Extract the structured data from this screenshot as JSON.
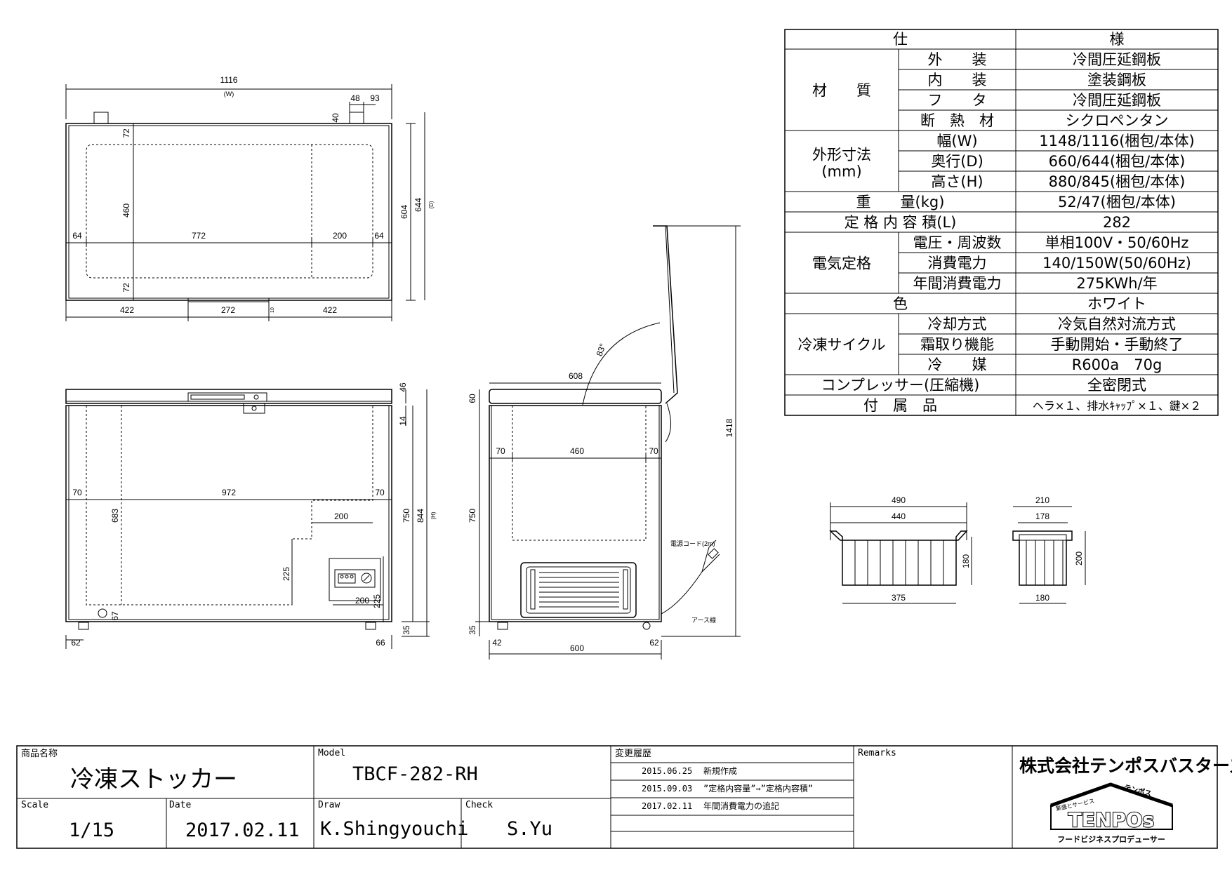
{
  "spec_table": {
    "header": [
      "仕",
      "様"
    ],
    "rows": [
      {
        "group": "材　　質",
        "label": "外　　装",
        "value": "冷間圧延鋼板"
      },
      {
        "group": "",
        "label": "内　　装",
        "value": "塗装鋼板"
      },
      {
        "group": "",
        "label": "フ　　タ",
        "value": "冷間圧延鋼板"
      },
      {
        "group": "",
        "label": "断　熱　材",
        "value": "シクロペンタン"
      },
      {
        "group": "外形寸法",
        "group2": "(mm)",
        "label": "幅(W)",
        "value": "1148/1116(梱包/本体)"
      },
      {
        "group": "",
        "label": "奥行(D)",
        "value": "660/644(梱包/本体)"
      },
      {
        "group": "",
        "label": "高さ(H)",
        "value": "880/845(梱包/本体)"
      },
      {
        "full_label": "重　　量(kg)",
        "value": "52/47(梱包/本体)"
      },
      {
        "full_label": "定 格 内 容 積(L)",
        "value": "282"
      },
      {
        "group": "電気定格",
        "label": "電圧・周波数",
        "value": "単相100V・50/60Hz"
      },
      {
        "group": "",
        "label": "消費電力",
        "value": "140/150W(50/60Hz)"
      },
      {
        "group": "",
        "label": "年間消費電力",
        "value": "275KWh/年"
      },
      {
        "full_label": "色",
        "value": "ホワイト"
      },
      {
        "group": "冷凍サイクル",
        "label": "冷却方式",
        "value": "冷気自然対流方式"
      },
      {
        "group": "",
        "label": "霜取り機能",
        "value": "手動開始・手動終了"
      },
      {
        "group": "",
        "label": "冷　　媒",
        "value": "R600a　70g"
      },
      {
        "full_label": "コンプレッサー(圧縮機)",
        "value": "全密閉式"
      },
      {
        "full_label": "付　属　品",
        "value": "ヘラ×１、排水ｷｬｯﾌﾟ×１、鍵×２"
      }
    ]
  },
  "top_view": {
    "width": "1116",
    "width_sub": "(W)",
    "d48": "48",
    "d93": "93",
    "d40": "40",
    "d72a": "72",
    "d460": "460",
    "d72b": "72",
    "d64a": "64",
    "d772": "772",
    "d200": "200",
    "d64b": "64",
    "d422a": "422",
    "d272": "272",
    "d10": "10",
    "d422b": "422",
    "d604": "604",
    "d644": "644",
    "d644_sub": "(D)"
  },
  "front_view": {
    "d70a": "70",
    "d972": "972",
    "d70b": "70",
    "d683": "683",
    "d200a": "200",
    "d225a": "225",
    "d200b": "200",
    "d225b": "225",
    "d67": "67",
    "d62": "62",
    "d66": "66",
    "d46": "46",
    "d14": "14",
    "d750": "750",
    "d844": "844",
    "d844_sub": "(H)",
    "d35": "35"
  },
  "side_view": {
    "d608": "608",
    "d83": "83°",
    "d60": "60",
    "d70a": "70",
    "d460": "460",
    "d70b": "70",
    "d750": "750",
    "d35": "35",
    "d1418": "1418",
    "d42": "42",
    "d600": "600",
    "d62": "62",
    "power_cord": "電源コード(2m)",
    "earth": "アース線"
  },
  "basket_large": {
    "d490": "490",
    "d440": "440",
    "d180": "180",
    "d375": "375"
  },
  "basket_small": {
    "d210": "210",
    "d178": "178",
    "d200": "200",
    "d180": "180"
  },
  "title_block": {
    "product_label": "商品名称",
    "product_name": "冷凍ストッカー",
    "model_label": "Model",
    "model": "TBCF-282-RH",
    "history_label": "変更履歴",
    "history": [
      {
        "date": "2015.06.25",
        "text": "新規作成"
      },
      {
        "date": "2015.09.03",
        "text": "”定格内容量”⇒”定格内容積”"
      },
      {
        "date": "2017.02.11",
        "text": "年間消費電力の追記"
      }
    ],
    "remarks_label": "Remarks",
    "company": "株式会社テンポスバスターズ",
    "logo_top_left": "繁盛とサービス",
    "logo_top_right": "テンポス",
    "logo_main": "TENPOs",
    "logo_sub": "フードビジネスプロデューサー",
    "scale_label": "Scale",
    "scale": "1/15",
    "date_label": "Date",
    "date": "2017.02.11",
    "draw_label": "Draw",
    "draw": "K.Shingyouchi",
    "check_label": "Check",
    "check": "S.Yu"
  }
}
